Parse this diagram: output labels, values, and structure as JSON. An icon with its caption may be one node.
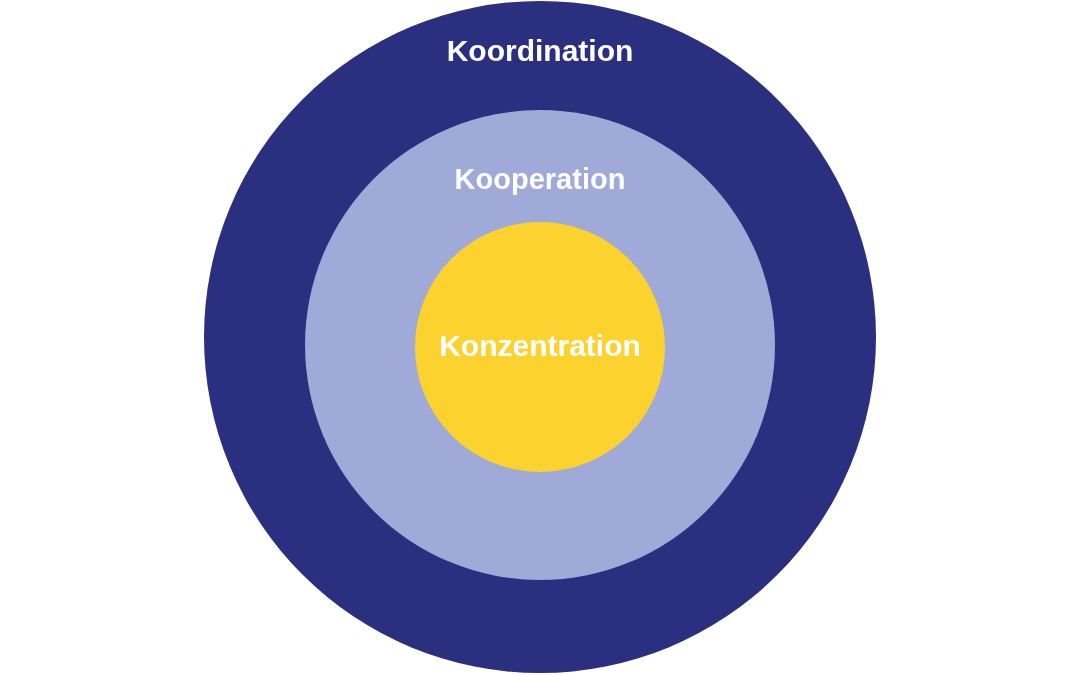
{
  "diagram": {
    "nodes": [
      {
        "text": [
          "Koordination"
        ]
      },
      {
        "text": [
          "Kooperation"
        ],
        "in": 0
      },
      {
        "text": [
          "Konzentration"
        ],
        "in": 1
      }
    ]
  }
}
